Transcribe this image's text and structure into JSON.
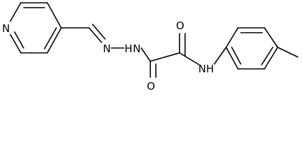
{
  "structure": {
    "atoms": {
      "ring_n": "N",
      "hydrazone_n": "N",
      "hydrazide_nh": "H",
      "hydrazide_n": "N",
      "carbonyl_o_left": "O",
      "carbonyl_o_right": "O",
      "amide_nh": "NH"
    }
  },
  "colors": {
    "line": "#000000",
    "background": "#ffffff"
  }
}
